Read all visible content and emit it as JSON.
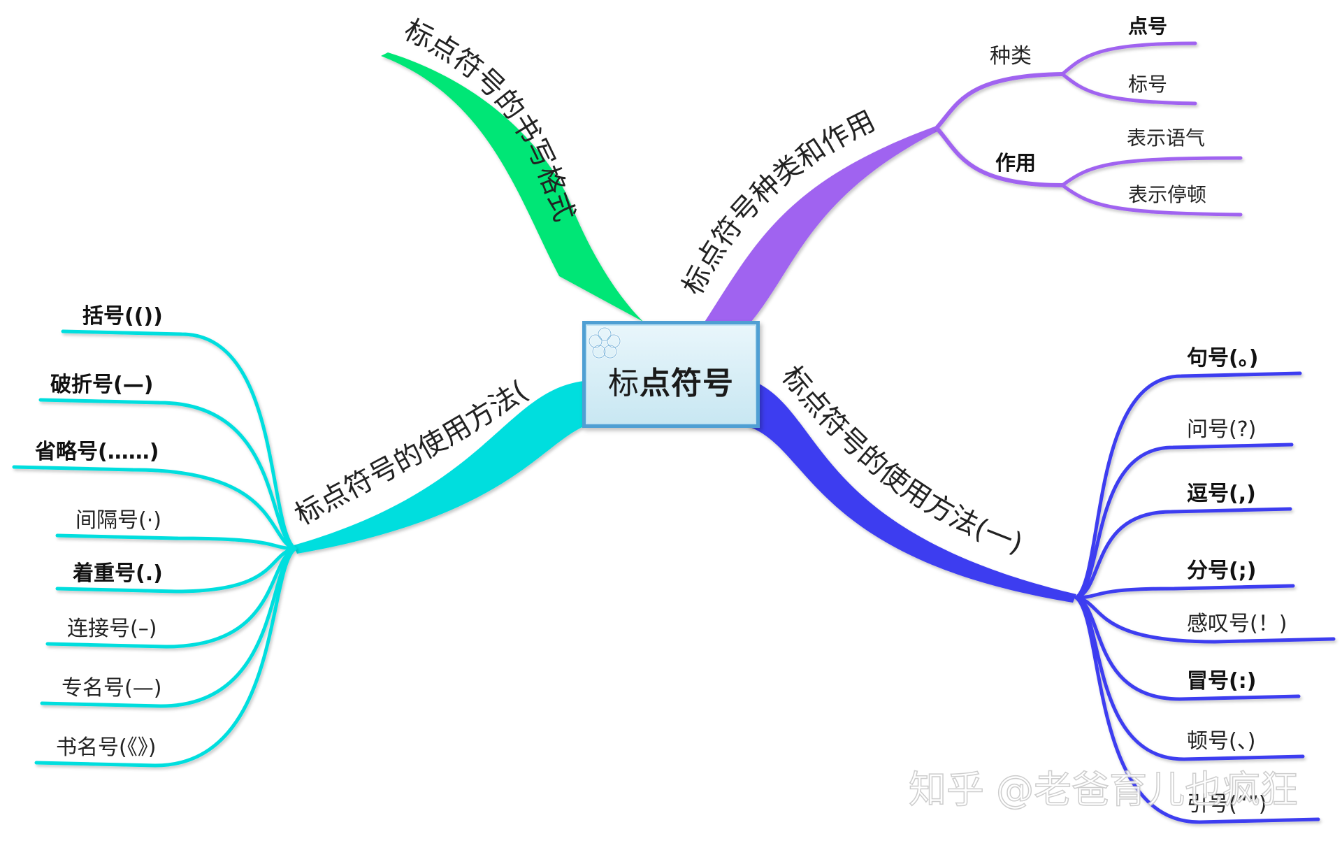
{
  "center": {
    "prefix": "标",
    "bold": "点符号"
  },
  "branches": {
    "format": {
      "label": "标点符号的书写格式",
      "color": "#00e676"
    },
    "types": {
      "label": "标点符号种类和作用",
      "color": "#a064f0",
      "groups": [
        {
          "label": "种类",
          "children": [
            "点号",
            "标号"
          ]
        },
        {
          "label": "作用",
          "children": [
            "表示语气",
            "表示停顿"
          ]
        }
      ]
    },
    "usage1": {
      "label": "标点符号的使用方法(一)",
      "color": "#3c3cf0",
      "items": [
        "句号(。)",
        "问号(?)",
        "逗号(,)",
        "分号(;)",
        "感叹号(！)",
        "冒号(:)",
        "顿号(、)",
        "引号(“”)"
      ]
    },
    "usage2": {
      "label": "标点符号的使用方法(",
      "color": "#00dede",
      "items": [
        "括号(())",
        "破折号(—)",
        "省略号(……)",
        "间隔号(·)",
        "着重号(.)",
        "连接号(–)",
        "专名号(—)",
        "书名号(《》)"
      ]
    }
  },
  "watermark": "知乎 @老爸育儿也疯狂"
}
